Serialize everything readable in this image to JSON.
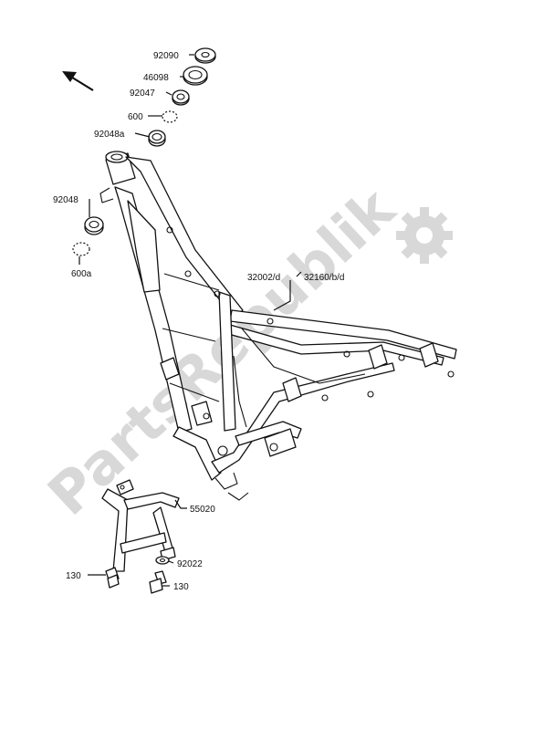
{
  "watermark": {
    "text": "PartsRepublik"
  },
  "labels": {
    "p92090": "92090",
    "p46098": "46098",
    "p92047": "92047",
    "p600": "600",
    "p92048a": "92048a",
    "p92048": "92048",
    "p600a": "600a",
    "p32002": "32002/d",
    "p32160": "32160/b/d",
    "p55020": "55020",
    "p92022": "92022",
    "p130_left": "130",
    "p130_right": "130"
  },
  "icons": {
    "direction": "arrow-up-left",
    "watermark_gear": "gear"
  }
}
